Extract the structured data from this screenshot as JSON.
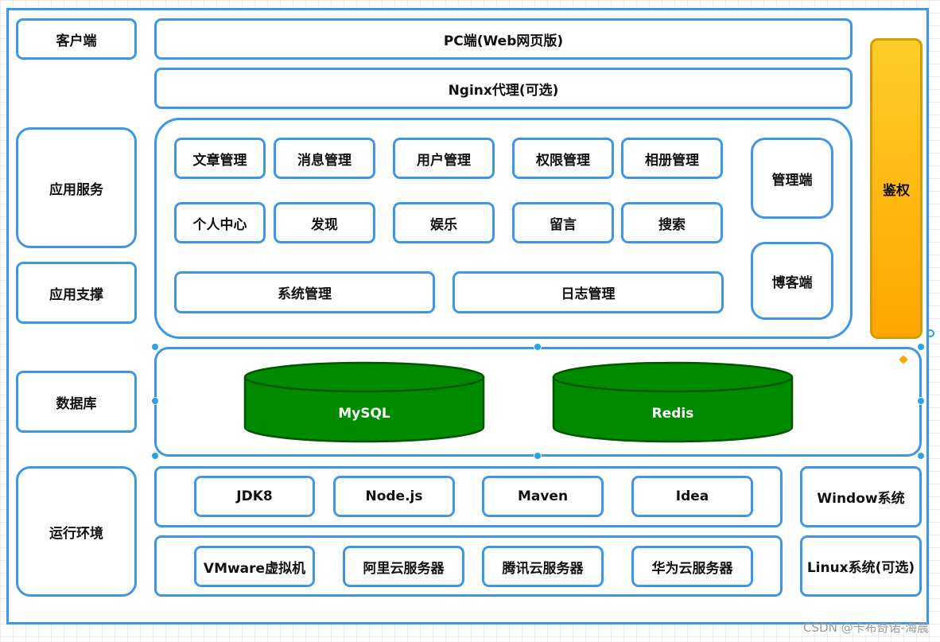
{
  "layers": {
    "client": "客户端",
    "app_service": "应用服务",
    "app_support": "应用支撑",
    "database": "数据库",
    "runtime": "运行环境"
  },
  "client": {
    "pc": "PC端(Web网页版)",
    "nginx": "Nginx代理(可选)"
  },
  "modules": {
    "row1": [
      "文章管理",
      "消息管理",
      "用户管理",
      "权限管理",
      "相册管理"
    ],
    "row2": [
      "个人中心",
      "发现",
      "娱乐",
      "留言",
      "搜索"
    ],
    "system": "系统管理",
    "log": "日志管理",
    "admin_end": "管理端",
    "blog_end": "博客端"
  },
  "auth": "鉴权",
  "databases": {
    "mysql": "MySQL",
    "redis": "Redis"
  },
  "runtime": {
    "tools": [
      "JDK8",
      "Node.js",
      "Maven",
      "Idea"
    ],
    "servers": [
      "VMware虚拟机",
      "阿里云服务器",
      "腾讯云服务器",
      "华为云服务器"
    ],
    "os_windows": "Window系统",
    "os_linux": "Linux系统(可选)"
  },
  "colors": {
    "border": "#3d96e8",
    "db_fill": "#008a00",
    "db_stroke": "#005700",
    "auth_fill_top": "#ffcd28",
    "auth_fill_bottom": "#ffa500",
    "selection_handle": "#29a3e6"
  },
  "watermark": "CSDN @卡布奇诺-海晨"
}
